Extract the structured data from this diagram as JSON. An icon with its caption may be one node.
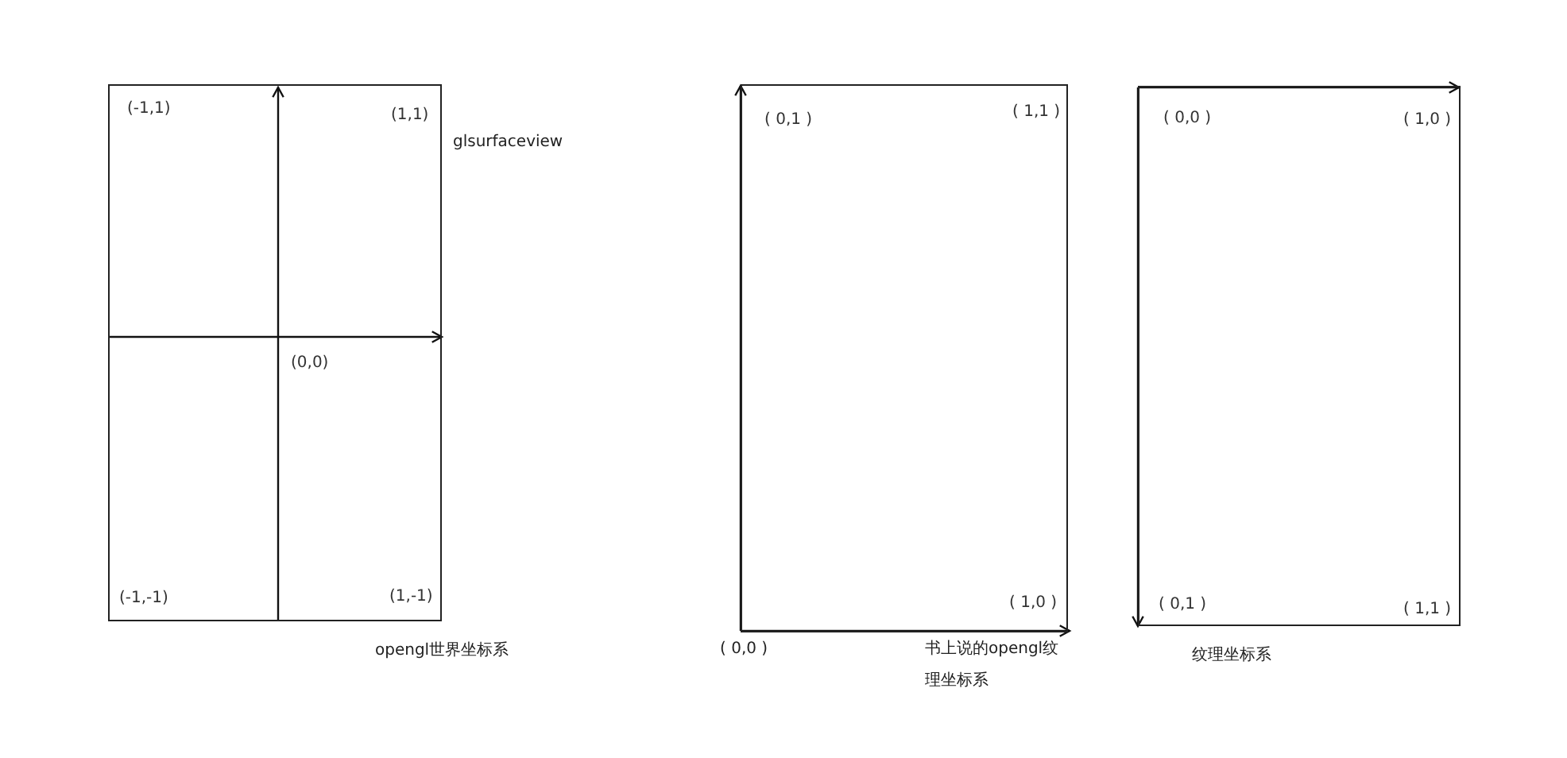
{
  "diagram": {
    "nodes": [
      {
        "text": [
          "(-1,1)",
          "(1,1)",
          "(0,0)",
          "(-1,-1)",
          "(1,-1)"
        ],
        "beside": [
          "glsurfaceview",
          "opengl世界坐标系"
        ]
      },
      {
        "text": [
          "( 0,1 )",
          "( 1,1 )",
          "( 1,0 )"
        ],
        "beside": [
          "( 0,0 )",
          "书上说的opengl纹理坐标系"
        ]
      },
      {
        "text": [
          "( 0,0 )",
          "( 1,0 )",
          "( 0,1 )",
          "( 1,1 )"
        ],
        "beside": [
          "纹理坐标系"
        ]
      }
    ]
  }
}
